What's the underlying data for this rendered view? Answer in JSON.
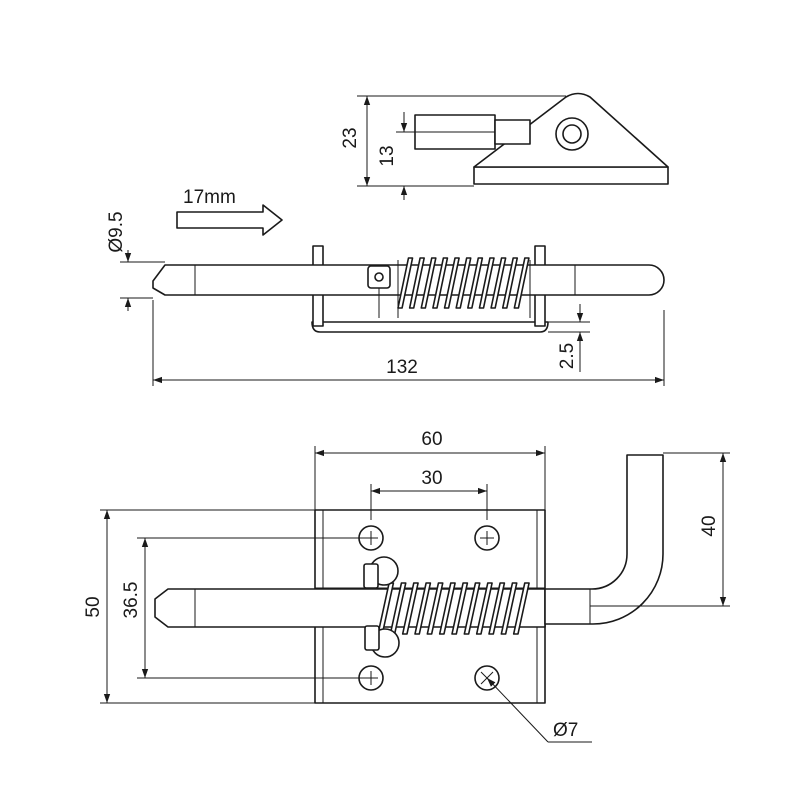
{
  "dimensions": {
    "top_height_23": "23",
    "top_height_13": "13",
    "diameter_9_5": "Ø9.5",
    "travel": "17mm",
    "total_length": "132",
    "plate_thickness": "2.5",
    "plate_width": "60",
    "hole_spacing_x": "30",
    "plate_height": "50",
    "hole_spacing_y": "36.5",
    "handle_height": "40",
    "hole_diameter": "Ø7"
  }
}
